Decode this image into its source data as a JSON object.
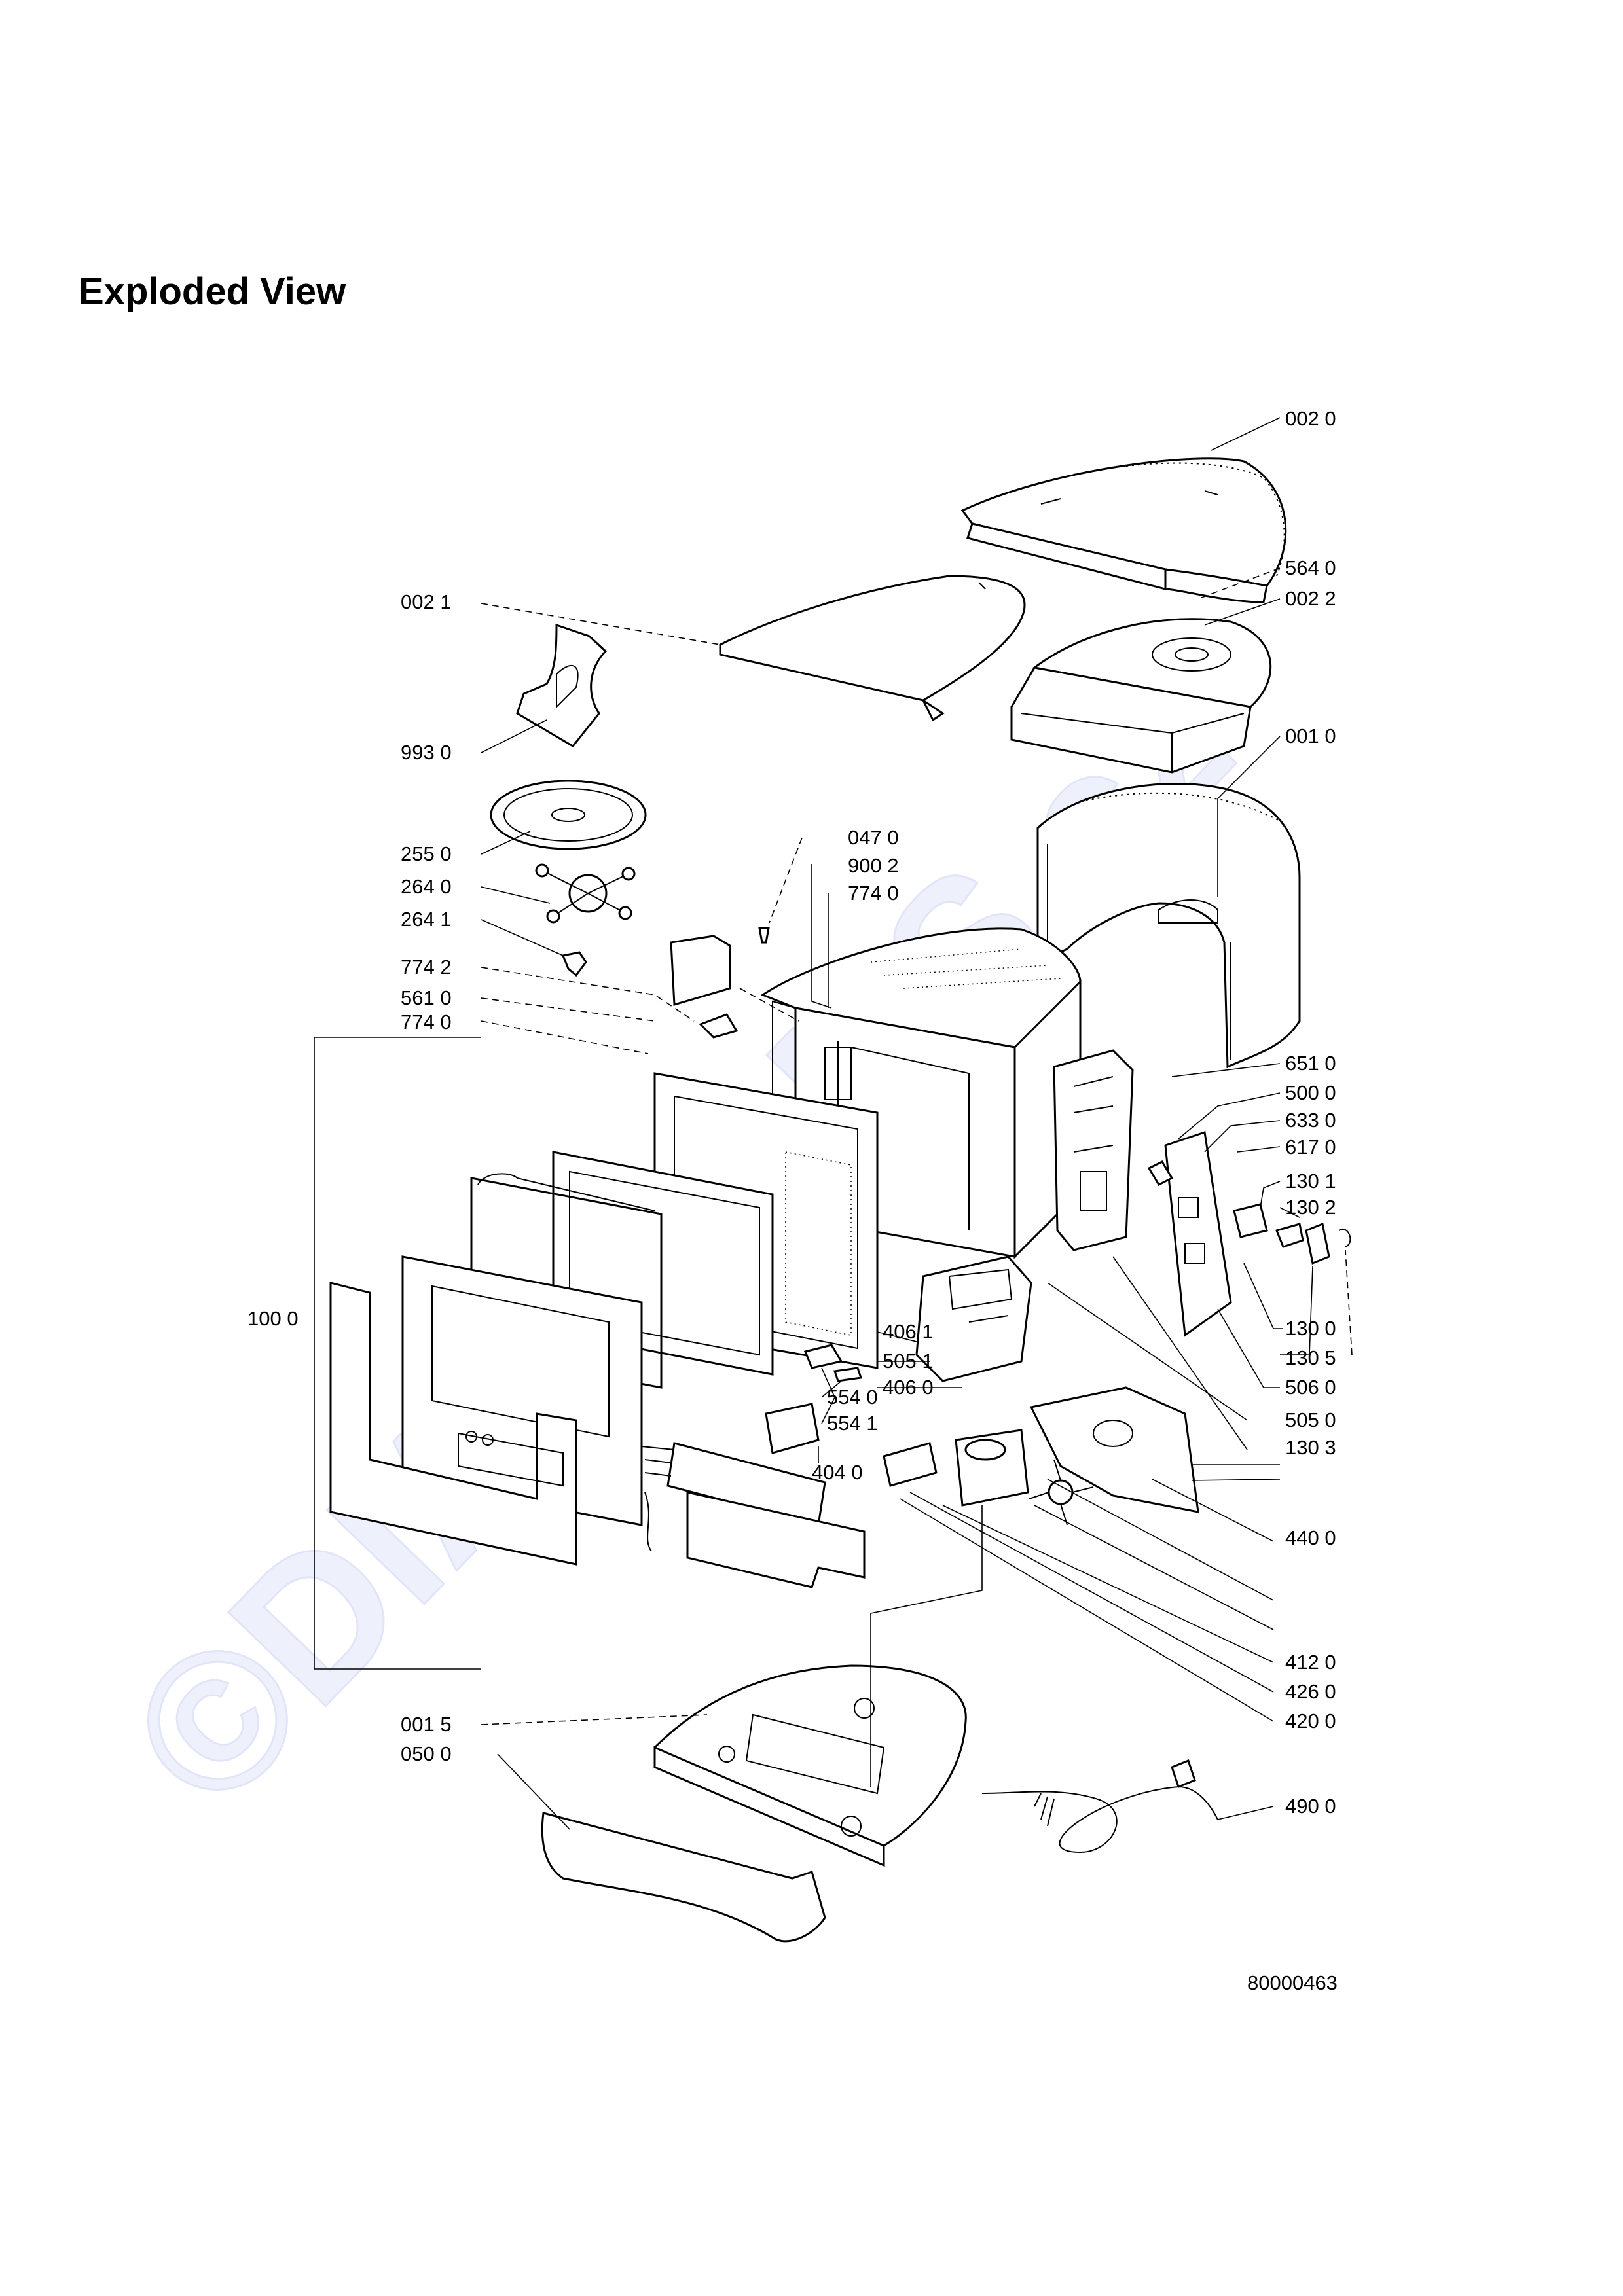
{
  "page_title": "Exploded View",
  "watermark": "©DIAGRAMS.cz",
  "document_number": "80000463",
  "part_labels": {
    "p0020": "002 0",
    "p5640": "564 0",
    "p0022": "002 2",
    "p0021": "002 1",
    "p9930": "993 0",
    "p0010": "001 0",
    "p2550": "255 0",
    "p2640": "264 0",
    "p2641": "264 1",
    "p0470": "047 0",
    "p9002": "900 2",
    "p7740a": "774 0",
    "p7742": "774 2",
    "p5610": "561 0",
    "p7740b": "774 0",
    "p6510": "651 0",
    "p5000": "500 0",
    "p6330": "633 0",
    "p6170": "617 0",
    "p1301": "130 1",
    "p1302": "130 2",
    "p1000": "100 0",
    "p1300": "130 0",
    "p4061": "406 1",
    "p1305": "130 5",
    "p5051": "505 1",
    "p4060": "406 0",
    "p5060": "506 0",
    "p5540": "554 0",
    "p5541": "554 1",
    "p5050": "505 0",
    "p4040": "404 0",
    "p1303": "130 3",
    "p4400": "440 0",
    "p4120": "412 0",
    "p4260": "426 0",
    "p4200": "420 0",
    "p0015": "001 5",
    "p0500": "050 0",
    "p4900": "490 0"
  }
}
